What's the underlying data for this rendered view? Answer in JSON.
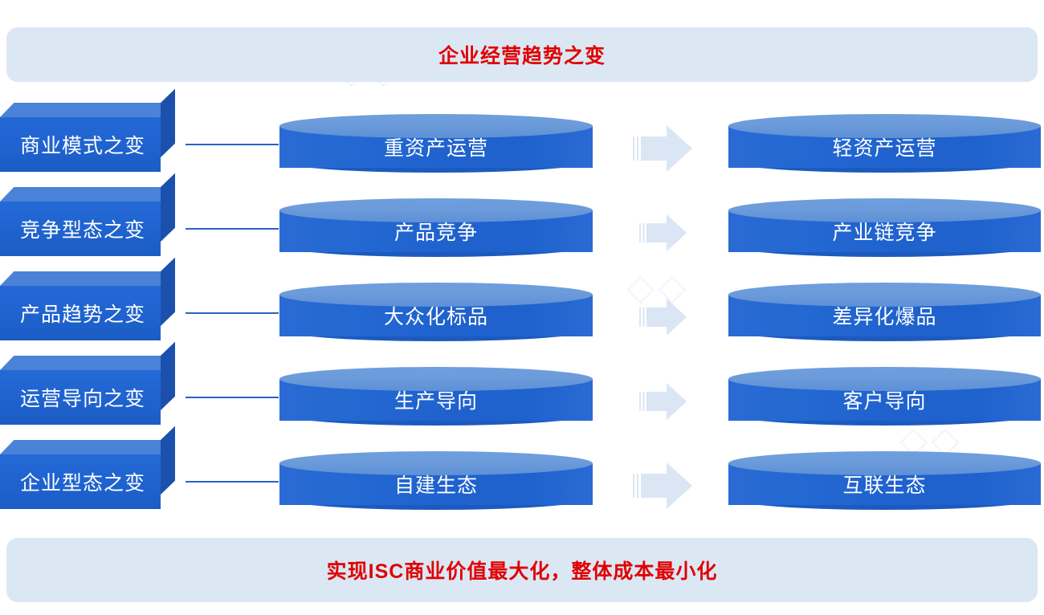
{
  "header": {
    "title": "企业经营趋势之变"
  },
  "footer": {
    "title": "实现ISC商业价值最大化，整体成本最小化"
  },
  "colors": {
    "banner_bg": "#dce7f4",
    "banner_text": "#e00000",
    "box_front": "#1f62ce",
    "box_top": "#4a82d8",
    "box_side": "#1b50ad",
    "cylinder_body": "#1f62ce",
    "cylinder_top": "#6d9cdb",
    "arrow": "#d9e5f3",
    "connector_line": "#2a62c4",
    "label_text": "#ffffff"
  },
  "rows": [
    {
      "category": "商业模式之变",
      "from": "重资产运营",
      "to": "轻资产运营",
      "arrow": "arrow-right-icon",
      "arrow_size": "large"
    },
    {
      "category": "竞争型态之变",
      "from": "产品竞争",
      "to": "产业链竞争",
      "arrow": "arrow-right-icon",
      "arrow_size": "small"
    },
    {
      "category": "产品趋势之变",
      "from": "大众化标品",
      "to": "差异化爆品",
      "arrow": "arrow-right-icon",
      "arrow_size": "small"
    },
    {
      "category": "运营导向之变",
      "from": "生产导向",
      "to": "客户导向",
      "arrow": "arrow-right-icon",
      "arrow_size": "small"
    },
    {
      "category": "企业型态之变",
      "from": "自建生态",
      "to": "互联生态",
      "arrow": "arrow-right-icon",
      "arrow_size": "large"
    }
  ]
}
